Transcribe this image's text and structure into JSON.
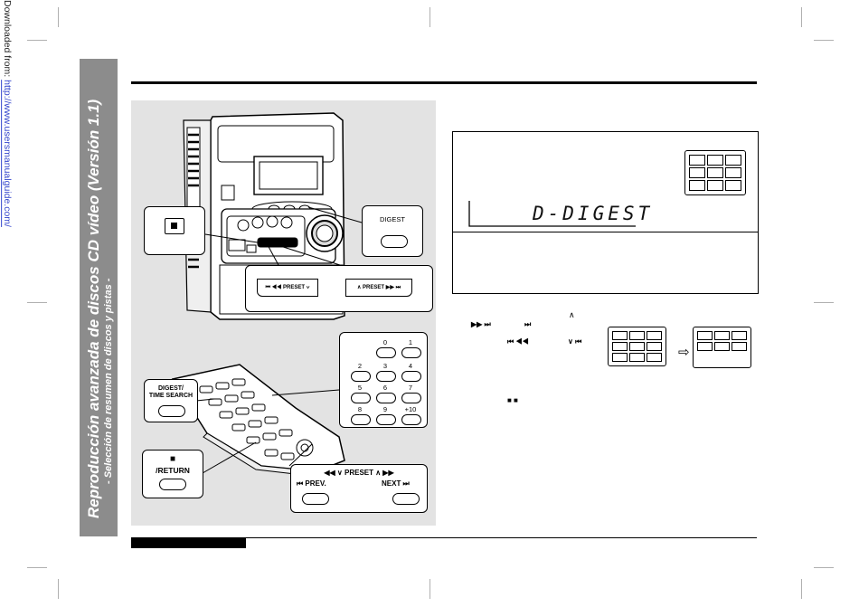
{
  "watermark": {
    "prefix": "Downloaded from: ",
    "link": "http://www.usersmanualguide.com/"
  },
  "sidebar": {
    "title": "Reproducción avanzada de discos CD vídeo (Versión 1.1)",
    "subtitle": "- Selección de resumen de discos y pistas -"
  },
  "unit": {
    "digest_label": "DIGEST",
    "stop_symbol": "■",
    "preset_down": "⏮ ◀◀ PRESET ∨",
    "preset_up": "∧ PRESET ▶▶ ⏭"
  },
  "remote": {
    "digest_time_search": [
      "DIGEST/",
      "TIME SEARCH"
    ],
    "stop_symbol": "■",
    "return_label": "/RETURN",
    "preset_line": "◀◀ ∨ PRESET ∧ ▶▶",
    "prev_label": "⏮ PREV.",
    "next_label": "NEXT ⏭",
    "keypad": [
      "0",
      "1",
      "2",
      "3",
      "4",
      "5",
      "6",
      "7",
      "8",
      "9",
      "+10"
    ]
  },
  "display": {
    "text": "D-DIGEST"
  },
  "steps": {
    "up_symbol": "∧",
    "line1_a": "▶▶ ⏭",
    "line1_b": "⏭",
    "line2_a": "⏮ ◀◀",
    "line2_b": "∨ ⏮",
    "stop_pair": "■ ■",
    "arrow": "⇨"
  }
}
